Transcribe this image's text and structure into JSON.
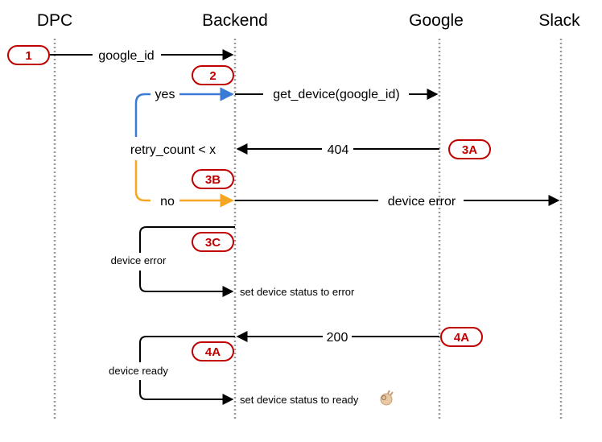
{
  "lanes": {
    "dpc": "DPC",
    "backend": "Backend",
    "google": "Google",
    "slack": "Slack"
  },
  "badges": {
    "b1": "1",
    "b2": "2",
    "b3a": "3A",
    "b3b": "3B",
    "b3c": "3C",
    "b4a_google": "4A",
    "b4a_backend": "4A"
  },
  "messages": {
    "google_id": "google_id",
    "yes": "yes",
    "get_device": "get_device(google_id)",
    "retry_cond": "retry_count < x",
    "http_404": "404",
    "no": "no",
    "device_error_slack": "device error",
    "device_error": "device error",
    "set_status_error": "set device status to error",
    "http_200": "200",
    "device_ready": "device ready",
    "set_status_ready": "set device status to ready"
  },
  "icons": {
    "ready_emoji": "ok-hand-icon"
  },
  "colors": {
    "yes_path": "#3a7bd5",
    "no_path": "#f5a623",
    "badge": "#c00000",
    "lifeline": "#999999"
  }
}
